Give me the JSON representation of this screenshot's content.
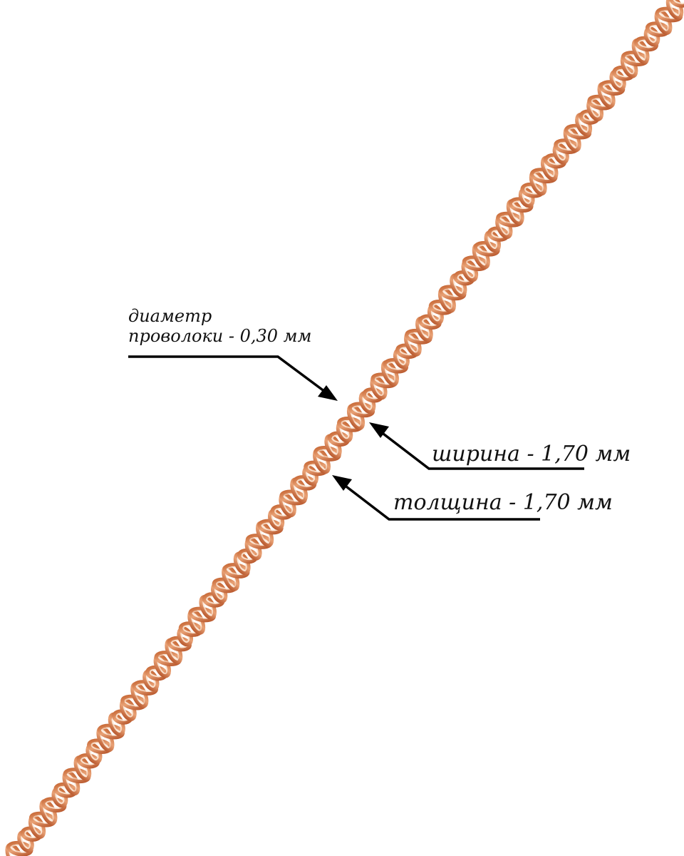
{
  "annotations": {
    "wire_diameter": {
      "line1": "диаметр",
      "line2": "проволоки - 0,30 мм"
    },
    "width": {
      "text": "ширина - 1,70 мм"
    },
    "thickness": {
      "text": "толщина - 1,70 мм"
    }
  },
  "colors": {
    "background": "#ffffff",
    "chain_dark": "#b8552a",
    "chain_mid": "#e08a5c",
    "chain_light": "#fbe3cf",
    "leader_line": "#000000",
    "text": "#111111"
  },
  "icons": {
    "chain": "singapore-chain-icon",
    "arrow": "arrowhead-icon"
  }
}
